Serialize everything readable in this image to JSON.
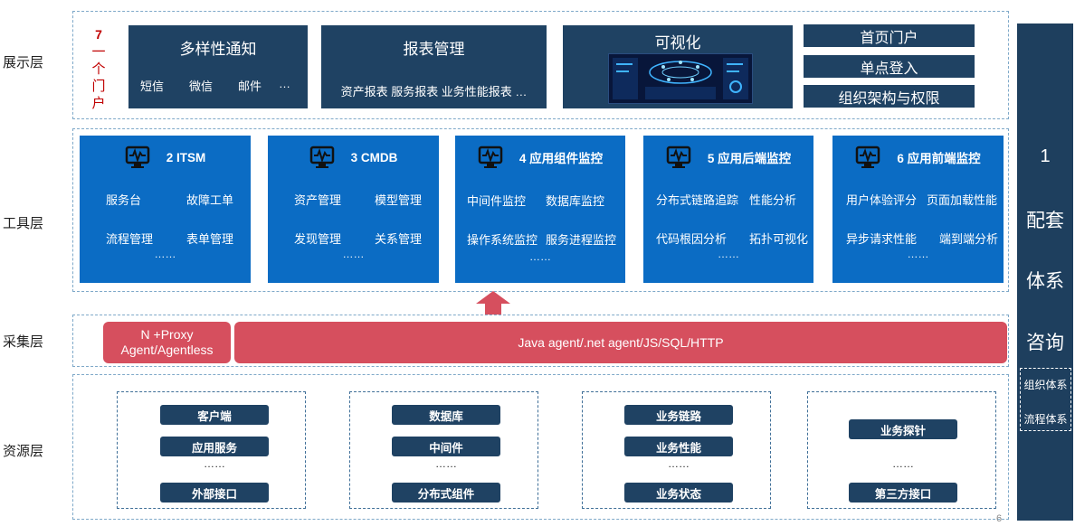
{
  "layers": {
    "display": "展示层",
    "tools": "工具层",
    "collect": "采集层",
    "resource": "资源层"
  },
  "portal": {
    "num": "7",
    "chars": [
      "一",
      "个",
      "门",
      "户"
    ]
  },
  "display": {
    "notify": {
      "title": "多样性通知",
      "items": [
        "短信",
        "微信",
        "邮件",
        "…"
      ]
    },
    "report": {
      "title": "报表管理",
      "items": "资产报表 服务报表 业务性能报表 …"
    },
    "visual": {
      "title": "可视化"
    },
    "right_buttons": [
      "首页门户",
      "单点登入",
      "组织架构与权限"
    ]
  },
  "tools": [
    {
      "title": "2  ITSM",
      "items": [
        "服务台",
        "故障工单",
        "流程管理",
        "表单管理"
      ],
      "more": "……"
    },
    {
      "title": "3  CMDB",
      "items": [
        "资产管理",
        "模型管理",
        "发现管理",
        "关系管理"
      ],
      "more": "……"
    },
    {
      "title": "4  应用组件监控",
      "items": [
        "中间件监控",
        "数据库监控",
        "操作系统监控",
        "服务进程监控"
      ],
      "more": "……"
    },
    {
      "title": "5  应用后端监控",
      "items": [
        "分布式链路追踪",
        "性能分析",
        "代码根因分析",
        "拓扑可视化"
      ],
      "more": "……"
    },
    {
      "title": "6  应用前端监控",
      "items": [
        "用户体验评分",
        "页面加载性能",
        "异步请求性能",
        "端到端分析"
      ],
      "more": "……"
    }
  ],
  "collect": {
    "left": [
      "N +Proxy",
      "Agent/Agentless"
    ],
    "right": "Java agent/.net agent/JS/SQL/HTTP"
  },
  "resources": [
    {
      "items": [
        "客户端",
        "应用服务"
      ],
      "more": "……",
      "last": "外部接口"
    },
    {
      "items": [
        "数据库",
        "中间件"
      ],
      "more": "……",
      "last": "分布式组件"
    },
    {
      "items": [
        "业务链路",
        "业务性能"
      ],
      "more": "……",
      "last": "业务状态"
    },
    {
      "items": [
        "业务探针"
      ],
      "more": "……",
      "last": "第三方接口"
    }
  ],
  "sidebar": {
    "num": "1",
    "chars": [
      "配套",
      "体系",
      "咨询"
    ],
    "sub": [
      "组织体系",
      "流程体系"
    ]
  },
  "page_number": "6",
  "colors": {
    "navy": "#1f4263",
    "blue": "#0b6cc4",
    "red": "#d64f5e",
    "sidebar": "#1e3f5e"
  }
}
